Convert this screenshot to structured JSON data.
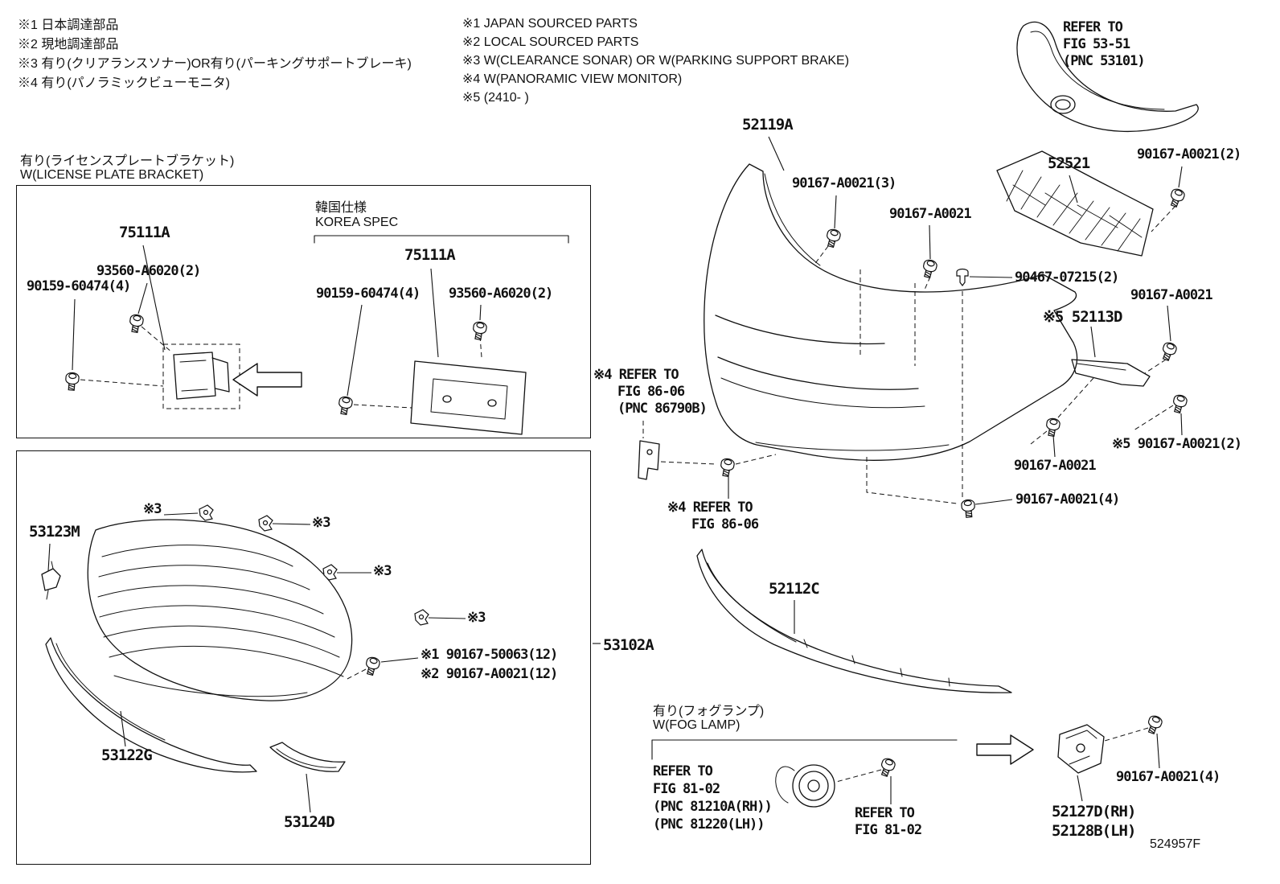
{
  "notes_jp": [
    "※1 日本調達部品",
    "※2 現地調達部品",
    "※3 有り(クリアランスソナー)OR有り(パーキングサポートブレーキ)",
    "※4 有り(パノラミックビューモニタ)"
  ],
  "notes_en": [
    "※1 JAPAN SOURCED PARTS",
    "※2 LOCAL SOURCED PARTS",
    "※3 W(CLEARANCE SONAR) OR W(PARKING SUPPORT BRAKE)",
    "※4 W(PANORAMIC VIEW MONITOR)",
    "※5 (2410-      )"
  ],
  "refer_5351": [
    "REFER TO",
    "FIG 53-51",
    "(PNC 53101)"
  ],
  "refer_8606_a": [
    "※4 REFER TO",
    "FIG 86-06",
    "(PNC 86790B)"
  ],
  "refer_8606_b": [
    "※4 REFER TO",
    "FIG 86-06"
  ],
  "refer_8102_a": [
    "REFER TO",
    "FIG 81-02",
    "(PNC 81210A(RH))",
    "(PNC 81220(LH))"
  ],
  "refer_8102_b": [
    "REFER TO",
    "FIG 81-02"
  ],
  "license_section": {
    "jp": "有り(ライセンスプレートブラケット)",
    "en": "W(LICENSE PLATE BRACKET)"
  },
  "korea": {
    "jp": "韓国仕様",
    "en": "KOREA SPEC"
  },
  "fog_section": {
    "jp": "有り(フォグランプ)",
    "en": "W(FOG LAMP)"
  },
  "labels": {
    "p52119a": "52119A",
    "b_a0021_x3": "90167-A0021(3)",
    "b_a0021_top": "90167-A0021",
    "p52521": "52521",
    "b_a0021_x2_top": "90167-A0021(2)",
    "c90467": "90467-07215(2)",
    "p52113d": "※5 52113D",
    "b_a0021_right": "90167-A0021",
    "b_a0021_x2_bot": "※5 90167-A0021(2)",
    "b_a0021_mid": "90167-A0021",
    "b_a0021_x4": "90167-A0021(4)",
    "p52112c": "52112C",
    "p53102a": "53102A",
    "p75111a_l": "75111A",
    "s93560_l": "93560-A6020(2)",
    "b60474_l": "90159-60474(4)",
    "p75111a_r": "75111A",
    "b60474_r": "90159-60474(4)",
    "s93560_r": "93560-A6020(2)",
    "p53123m": "53123M",
    "note3": "※3",
    "b50063": "※1 90167-50063(12)",
    "b_a0021_x12": "※2 90167-A0021(12)",
    "p53122g": "53122G",
    "p53124d": "53124D",
    "p52127d": "52127D(RH)",
    "p52128b": "52128B(LH)",
    "b_a0021_x4_fog": "90167-A0021(4)",
    "diagram_code": "524957F"
  }
}
